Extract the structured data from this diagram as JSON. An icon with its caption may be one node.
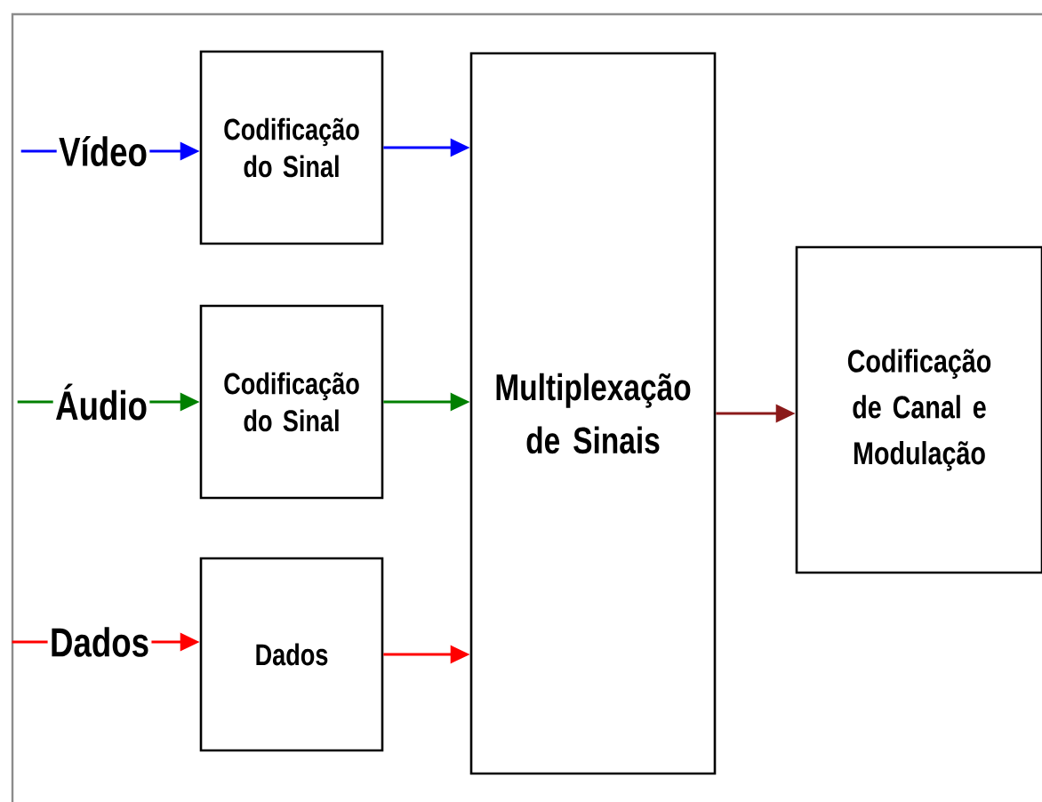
{
  "diagram": {
    "nodes": [
      {
        "text": [
          "Vídeo"
        ]
      },
      {
        "text": [
          "Codificação do Sinal"
        ]
      },
      {
        "text": [
          "Áudio"
        ]
      },
      {
        "text": [
          "Codificação do Sinal"
        ]
      },
      {
        "text": [
          "Dados"
        ]
      },
      {
        "text": [
          "Dados"
        ]
      },
      {
        "text": [
          "Multiplexação de Sinais"
        ]
      },
      {
        "text": [
          "Codificação de Canal e Modulação"
        ]
      }
    ],
    "edges": [
      {
        "from": null,
        "to": 0,
        "arrow": "none",
        "color": "#0000ff"
      },
      {
        "from": 0,
        "to": 1,
        "arrow": "to",
        "color": "#0000ff"
      },
      {
        "from": 1,
        "to": 6,
        "arrow": "to",
        "color": "#0000ff"
      },
      {
        "from": null,
        "to": 2,
        "arrow": "none",
        "color": "#008000"
      },
      {
        "from": 2,
        "to": 3,
        "arrow": "to",
        "color": "#008000"
      },
      {
        "from": 3,
        "to": 6,
        "arrow": "to",
        "color": "#008000"
      },
      {
        "from": null,
        "to": 4,
        "arrow": "none",
        "color": "#ff0000"
      },
      {
        "from": 4,
        "to": 5,
        "arrow": "to",
        "color": "#ff0000"
      },
      {
        "from": 5,
        "to": 6,
        "arrow": "to",
        "color": "#ff0000"
      },
      {
        "from": 6,
        "to": 7,
        "arrow": "to",
        "color": "#8b1a1a"
      }
    ]
  }
}
